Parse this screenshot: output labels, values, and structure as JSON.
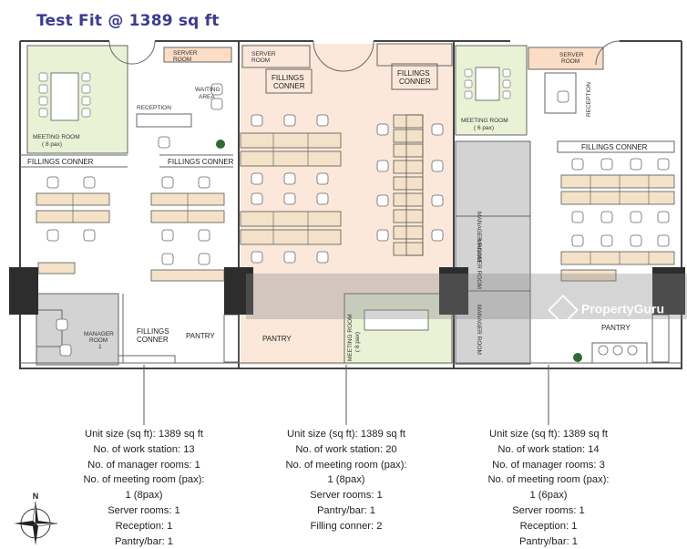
{
  "title": "Test Fit @ 1389 sq ft",
  "labels": {
    "meeting_room_8": "MEETING ROOM",
    "meeting_room_8_pax": "( 8 pax)",
    "server_room": "SERVER",
    "server_room_2": "ROOM",
    "reception": "RECEPTION",
    "waiting_area": "WAITING",
    "waiting_area_2": "AREA",
    "fillings_conner": "FILLINGS CONNER",
    "fillings": "FILLINGS",
    "conner": "CONNER",
    "pantry": "PANTRY",
    "manager_room": "MANAGER",
    "manager_room_2": "ROOM",
    "manager_room_num": "1",
    "meeting_room_6": "MEETING ROOM",
    "meeting_room_6_pax": "( 6 pax)",
    "meeting_room_vert": "MEETING ROOM",
    "meeting_room_vert_pax": "( 8 pax)",
    "manager_room_a": "MANAGER ROOM",
    "manager_room_b": "MANAGER ROOM",
    "manager_room_c": "MANAGER ROOM"
  },
  "layouts": [
    {
      "lines": [
        "Unit size (sq ft): 1389 sq ft",
        "No. of work station: 13",
        "No. of manager rooms: 1",
        "No. of meeting room (pax):",
        "1 (8pax)",
        "Server rooms: 1",
        "Reception: 1",
        "Pantry/bar: 1"
      ]
    },
    {
      "lines": [
        "Unit size (sq ft): 1389 sq ft",
        "No. of work station: 20",
        "No. of meeting room (pax):",
        "1 (8pax)",
        "Server rooms: 1",
        "Pantry/bar: 1",
        "Filling conner: 2"
      ]
    },
    {
      "lines": [
        "Unit size (sq ft): 1389 sq ft",
        "No. of work station: 14",
        "No. of manager rooms: 3",
        "No. of meeting room (pax):",
        "1 (6pax)",
        "Server rooms: 1",
        "Reception: 1",
        "Pantry/bar: 1"
      ]
    }
  ],
  "watermark": "PropertyGuru",
  "compass": "N"
}
